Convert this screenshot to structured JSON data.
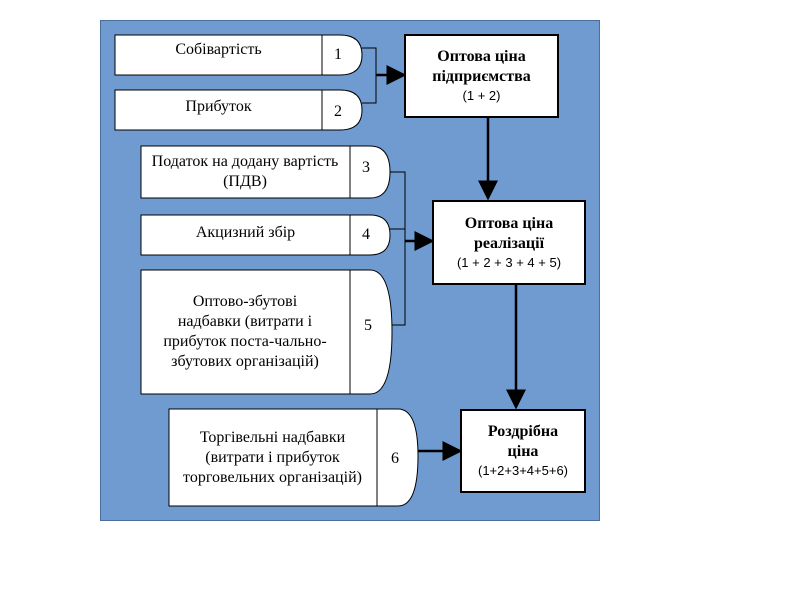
{
  "diagram": {
    "components": [
      {
        "id": 1,
        "label": "Собівартість",
        "number": "1"
      },
      {
        "id": 2,
        "label": "Прибуток",
        "number": "2"
      },
      {
        "id": 3,
        "label": "Податок на додану вартість (ПДВ)",
        "number": "3"
      },
      {
        "id": 4,
        "label": "Акцизний збір",
        "number": "4"
      },
      {
        "id": 5,
        "label": "Оптово-збутові надбавки (витрати і прибуток поста-чально-збутових організацій)",
        "number": "5"
      },
      {
        "id": 6,
        "label": "Торгівельні надбавки (витрати і прибуток торговельних організацій)",
        "number": "6"
      }
    ],
    "results": [
      {
        "title": "Оптова ціна підприємства",
        "formula": "(1 + 2)"
      },
      {
        "title": "Оптова ціна реалізації",
        "formula": "(1 + 2 + 3 + 4 + 5)"
      },
      {
        "title": "Роздрібна ціна",
        "formula": "(1+2+3+4+5+6)"
      }
    ],
    "colors": {
      "panel": "#6f9bd1",
      "box": "#ffffff",
      "line": "#000000"
    }
  }
}
